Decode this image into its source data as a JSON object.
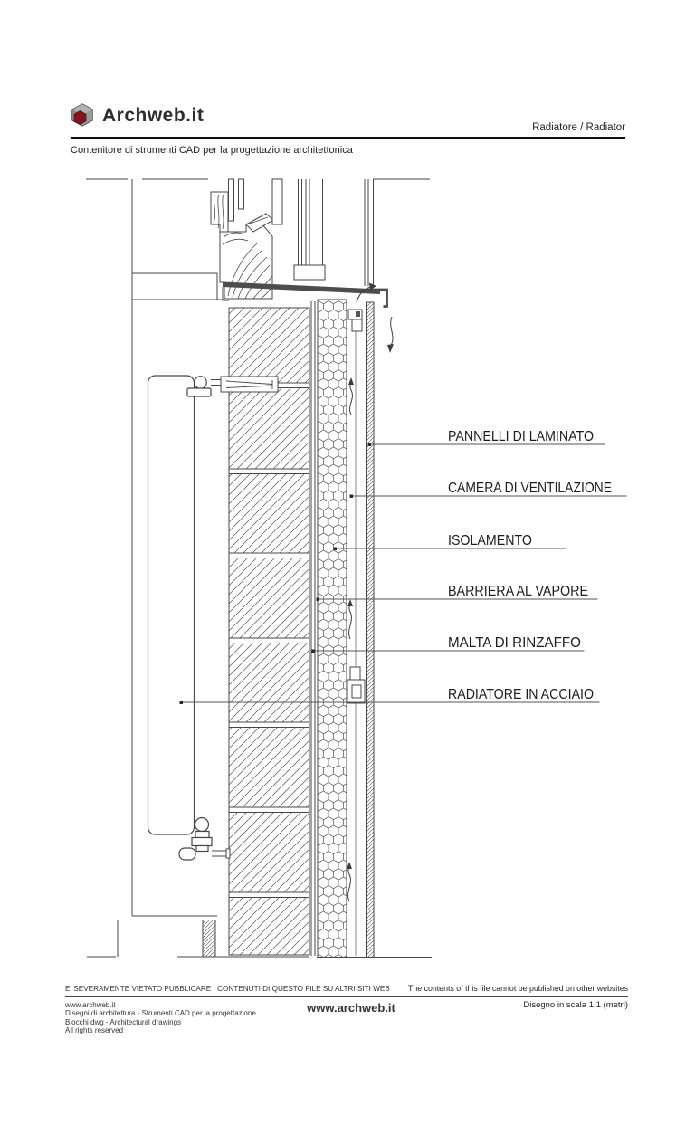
{
  "header": {
    "brand": "Archweb.it",
    "page_title": "Radiatore  /  Radiator",
    "tagline": "Contenitore di strumenti CAD per la progettazione architettonica"
  },
  "drawing": {
    "labels": [
      "PANNELLI DI LAMINATO",
      "CAMERA DI VENTILAZIONE",
      "ISOLAMENTO",
      "BARRIERA AL VAPORE",
      "MALTA DI RINZAFFO",
      "RADIATORE IN ACCIAIO"
    ]
  },
  "footer": {
    "warning_it": "E' SEVERAMENTE VIETATO PUBBLICARE I CONTENUTI DI QUESTO FILE SU ALTRI SITI WEB",
    "warning_en": "The contents of this file cannot be published on other websites",
    "site": "www.archweb.it",
    "line2": "Disegni di architettura - Strumenti CAD  per la progettazione",
    "line3": "Blocchi dwg - Architectural drawings",
    "line4": "All rights reserved",
    "center_site": "www.archweb.it",
    "scale_note": "Disegno in scala 1:1 (metri)"
  },
  "colors": {
    "accent_red": "#8d1016",
    "line": "#474747"
  }
}
